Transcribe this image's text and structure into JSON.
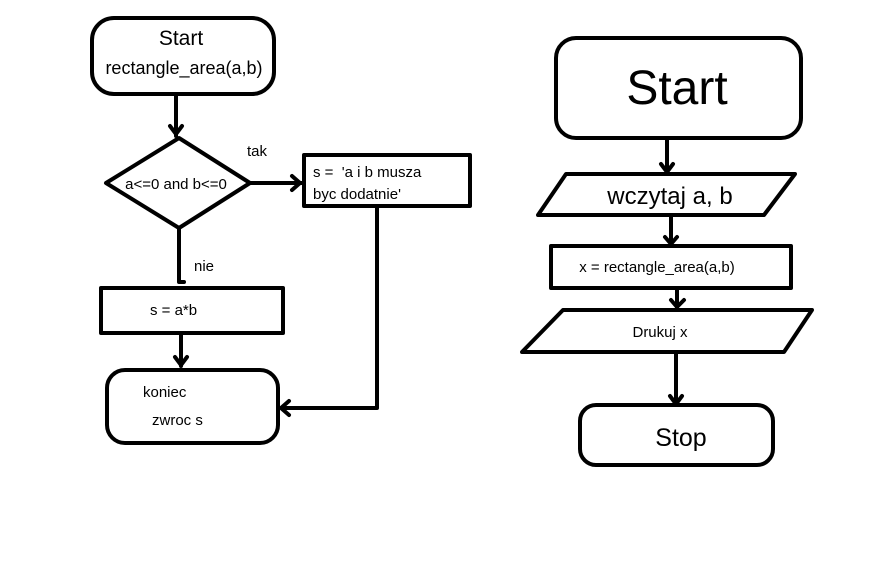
{
  "left_flowchart": {
    "start_line1": "Start",
    "start_line2": "rectangle_area(a,b)",
    "condition": "a<=0 and b<=0",
    "yes_label": "tak",
    "no_label": "nie",
    "error_line1": "s =  'a i b musza",
    "error_line2": "byc dodatnie'",
    "compute": "s = a*b",
    "end_line1": "koniec",
    "end_line2": "zwroc s"
  },
  "right_flowchart": {
    "start": "Start",
    "input": "wczytaj a, b",
    "process": "x = rectangle_area(a,b)",
    "output": "Drukuj x",
    "stop": "Stop"
  }
}
